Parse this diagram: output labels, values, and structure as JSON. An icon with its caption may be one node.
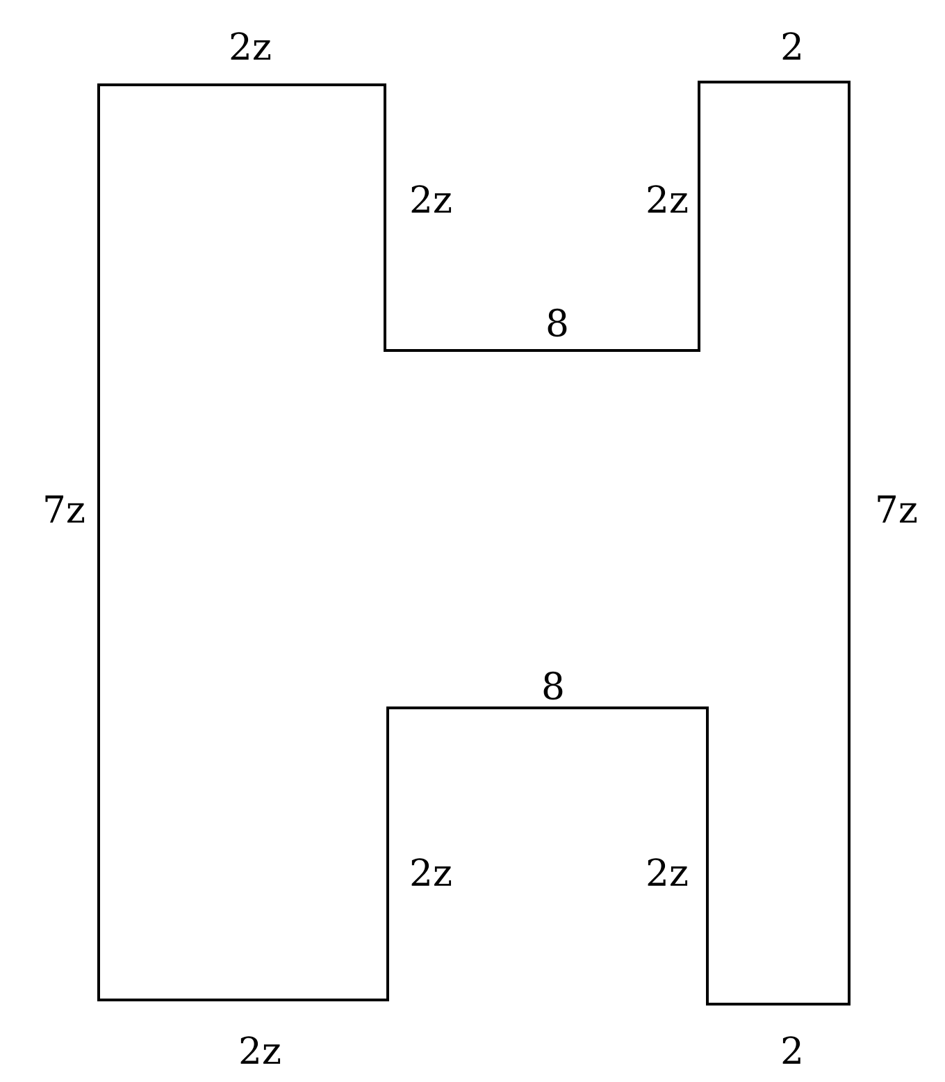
{
  "diagram": {
    "labels": [
      "2z",
      "2",
      "2z",
      "2z",
      "8",
      "7z",
      "7z",
      "8",
      "2z",
      "2z",
      "2z",
      "2"
    ]
  }
}
